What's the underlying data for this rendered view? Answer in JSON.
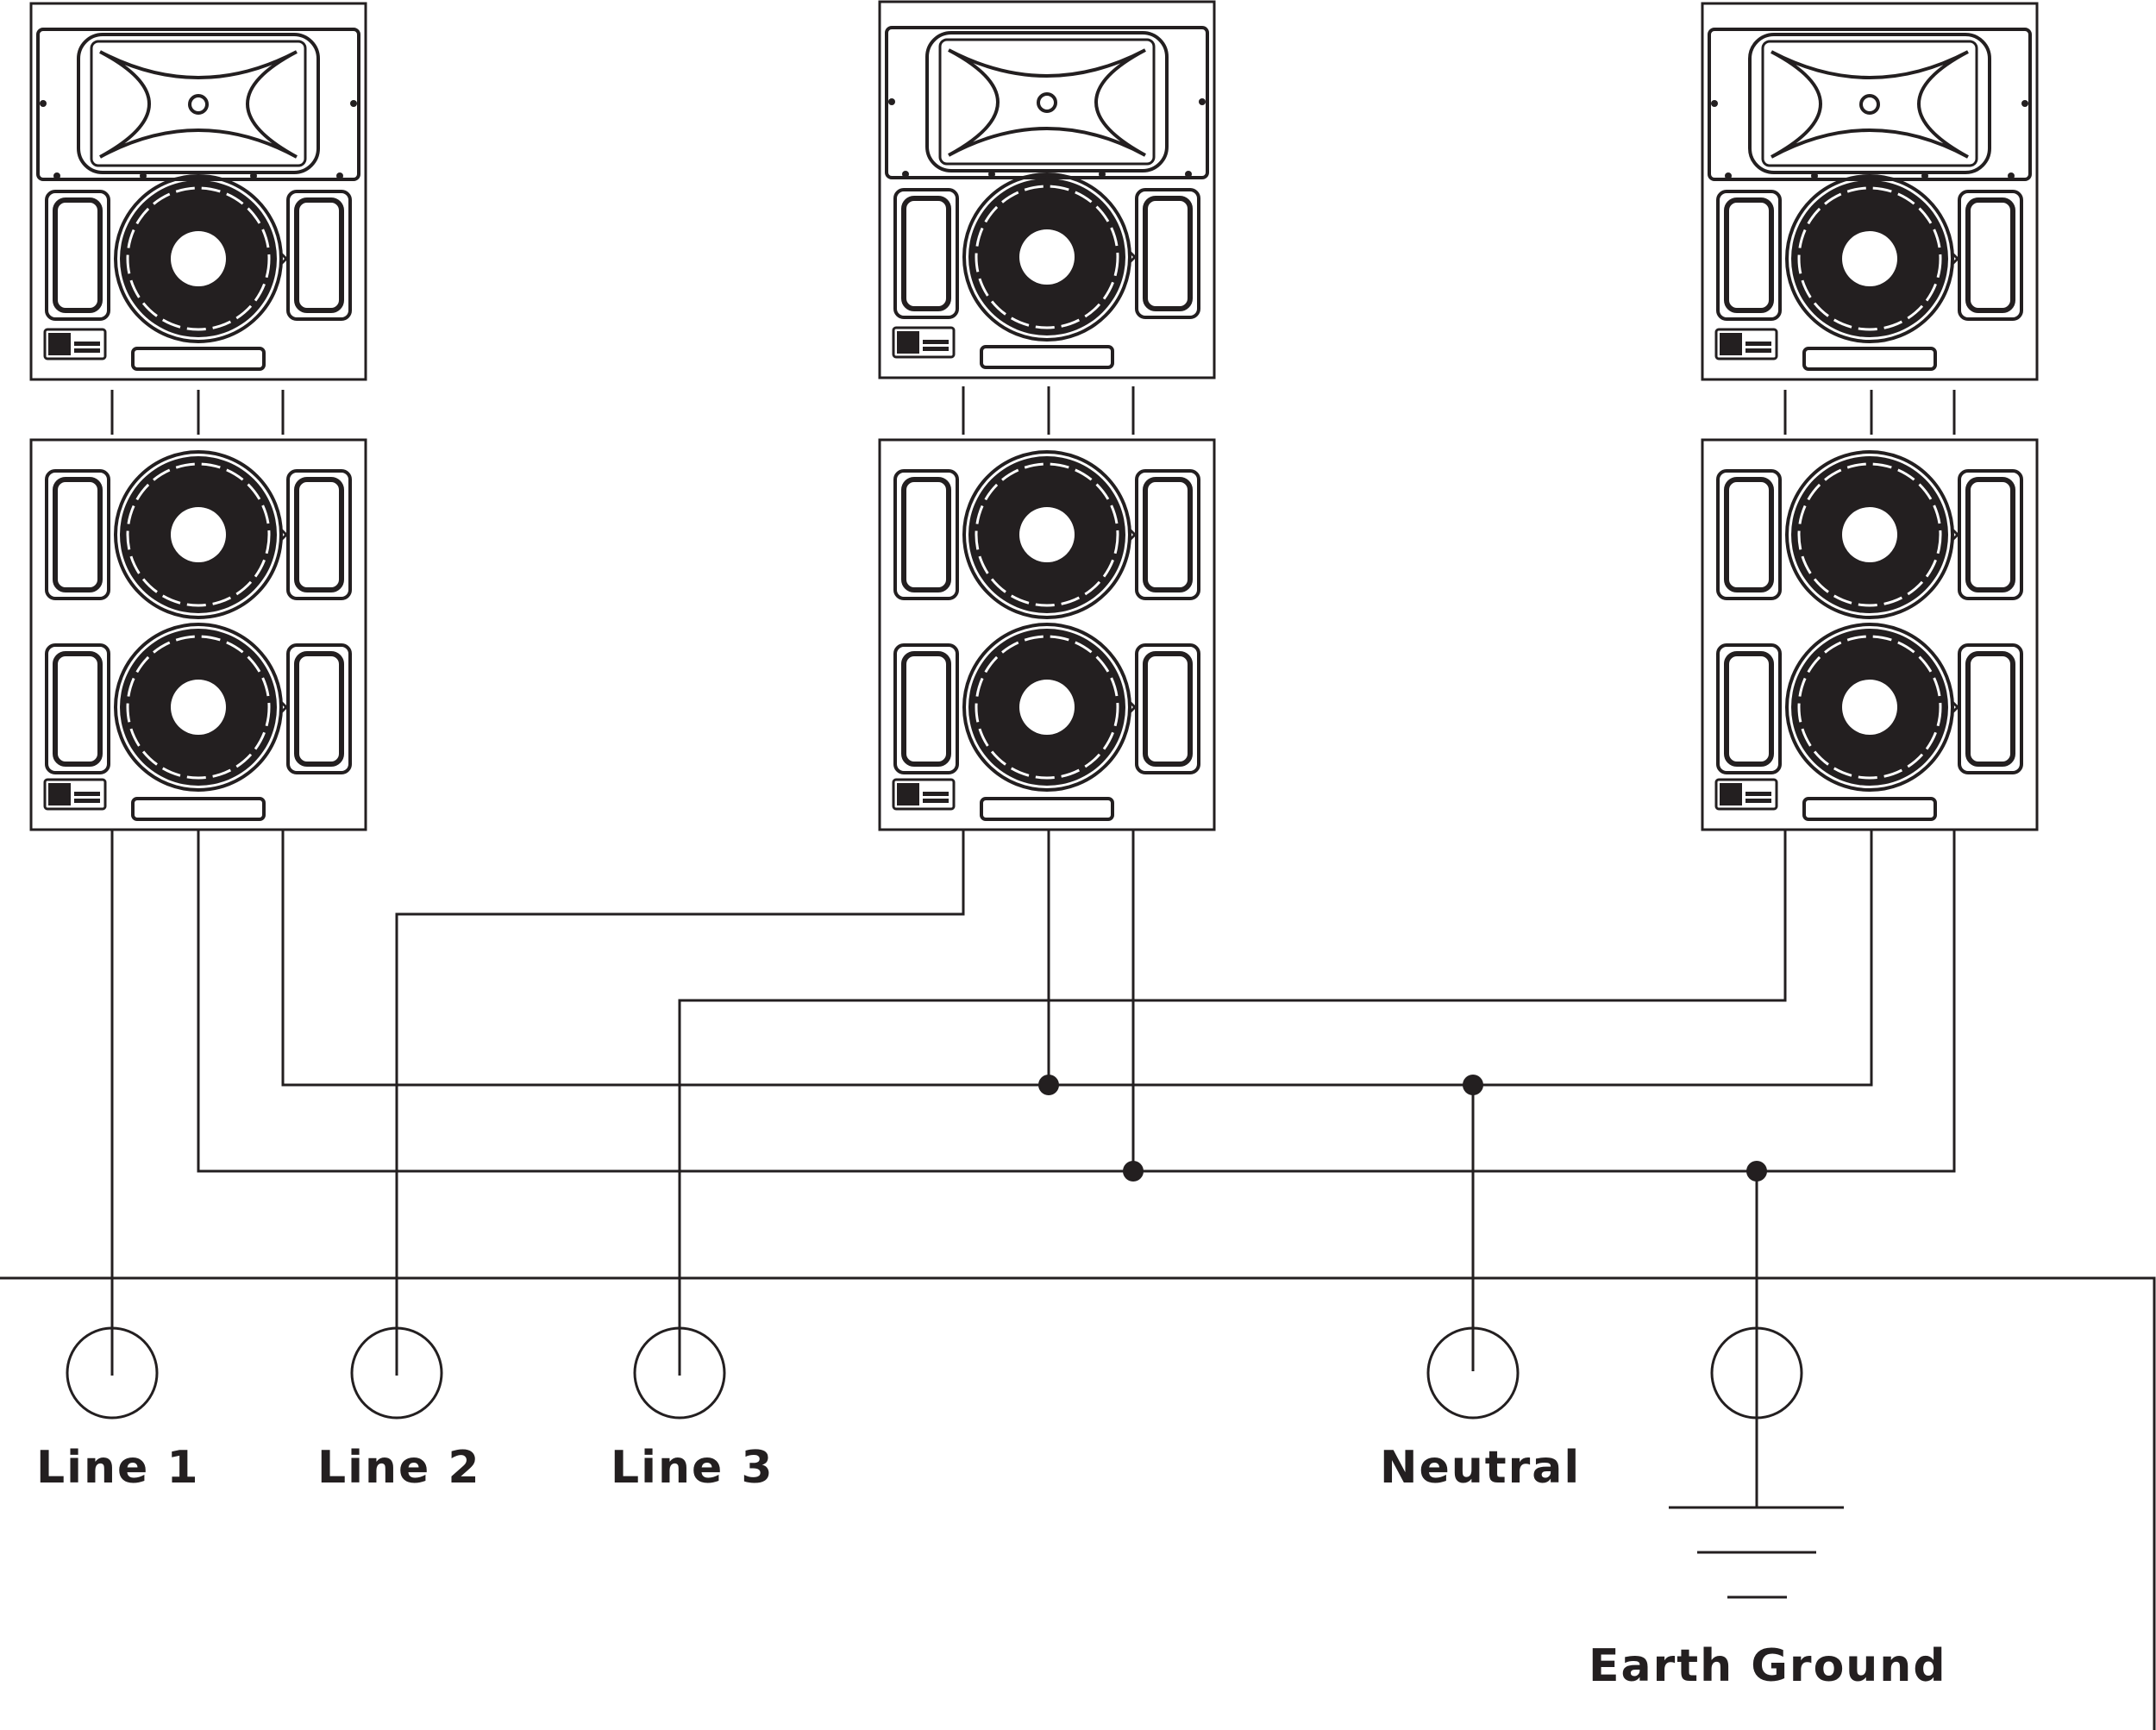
{
  "terminals": [
    {
      "id": "line1",
      "label": "Line 1"
    },
    {
      "id": "line2",
      "label": "Line 2"
    },
    {
      "id": "line3",
      "label": "Line 3"
    },
    {
      "id": "neutral",
      "label": "Neutral"
    },
    {
      "id": "earth",
      "label": "Earth Ground"
    }
  ],
  "speaker_stacks": [
    {
      "id": "left",
      "cabinets": [
        "horn-woofer-cabinet",
        "dual-woofer-cabinet"
      ]
    },
    {
      "id": "center",
      "cabinets": [
        "horn-woofer-cabinet",
        "dual-woofer-cabinet"
      ]
    },
    {
      "id": "right",
      "cabinets": [
        "horn-woofer-cabinet",
        "dual-woofer-cabinet"
      ]
    }
  ],
  "wiring": [
    {
      "from": "left-stack",
      "to": "Line 1"
    },
    {
      "from": "center-stack",
      "to": "Line 2"
    },
    {
      "from": "right-stack",
      "to": "Line 3"
    },
    {
      "from": "all-stacks",
      "to": "Neutral"
    },
    {
      "from": "all-stacks",
      "to": "Earth Ground"
    }
  ],
  "colors": {
    "ink": "#231f20",
    "background": "#ffffff"
  }
}
